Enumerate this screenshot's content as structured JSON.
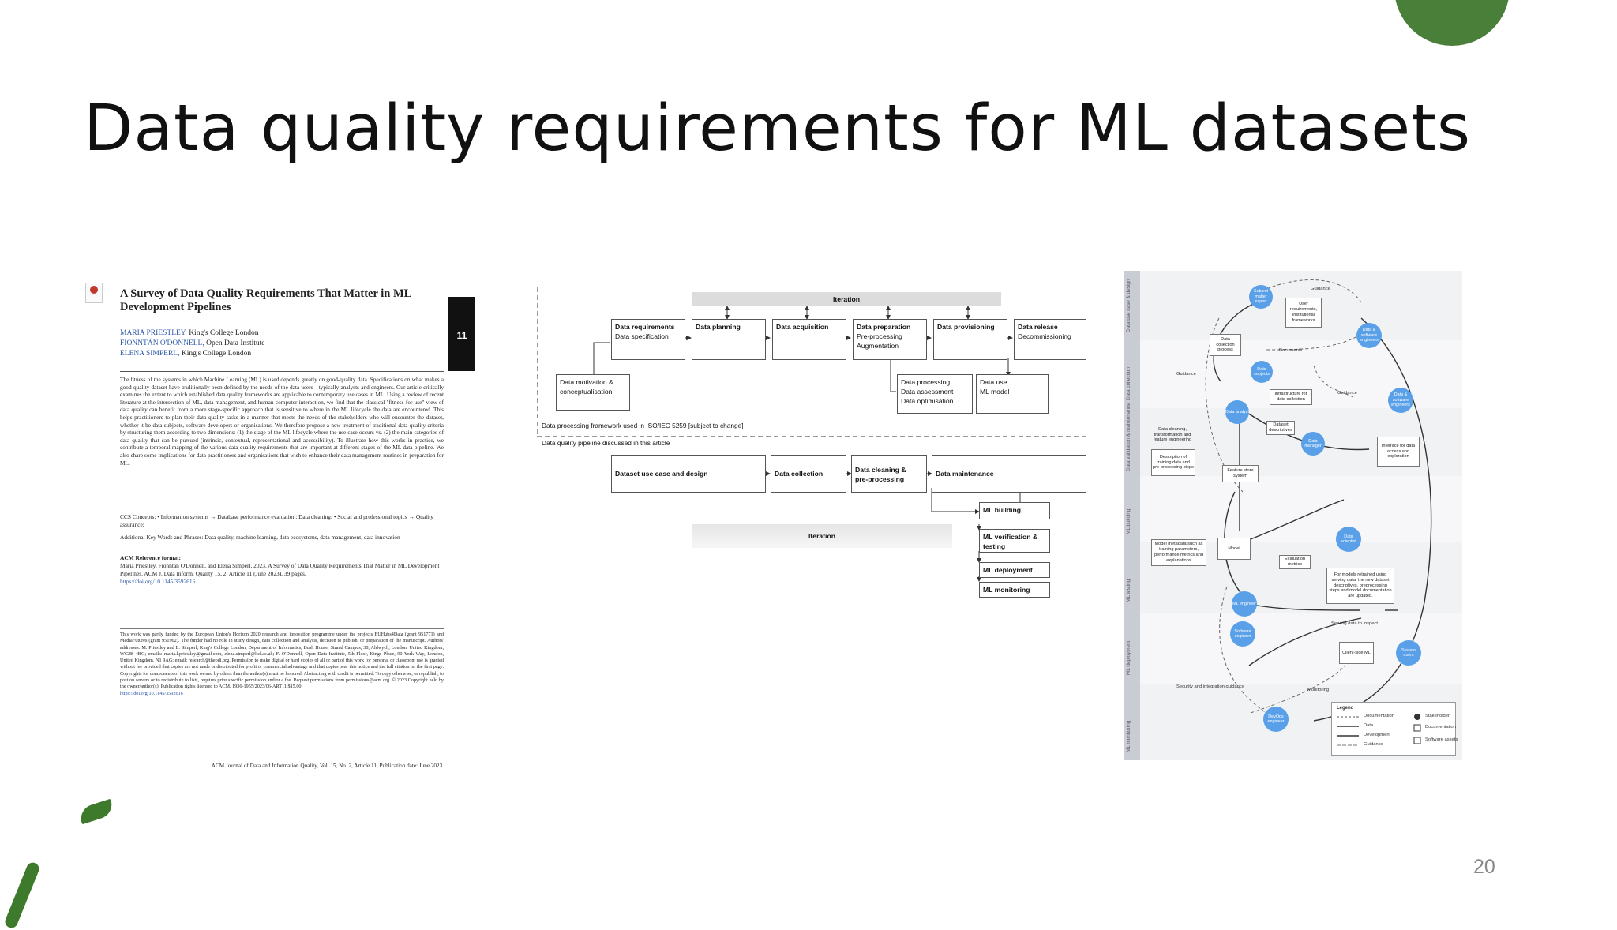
{
  "slide": {
    "title": "Data quality requirements for ML datasets",
    "page_number": "20",
    "accent_color": "#4a7f3a"
  },
  "paper": {
    "title": "A Survey of Data Quality Requirements That Matter in ML Development Pipelines",
    "article_number": "11",
    "authors": [
      {
        "name": "MARIA PRIESTLEY,",
        "affil": "King's College London"
      },
      {
        "name": "FIONNTÁN O'DONNELL,",
        "affil": "Open Data Institute"
      },
      {
        "name": "ELENA SIMPERL,",
        "affil": "King's College London"
      }
    ],
    "abstract": "The fitness of the systems in which Machine Learning (ML) is used depends greatly on good-quality data. Specifications on what makes a good-quality dataset have traditionally been defined by the needs of the data users—typically analysts and engineers. Our article critically examines the extent to which established data quality frameworks are applicable to contemporary use cases in ML. Using a review of recent literature at the intersection of ML, data management, and human-computer interaction, we find that the classical \"fitness-for-use\" view of data quality can benefit from a more stage-specific approach that is sensitive to where in the ML lifecycle the data are encountered. This helps practitioners to plan their data quality tasks in a manner that meets the needs of the stakeholders who will encounter the dataset, whether it be data subjects, software developers or organisations. We therefore propose a new treatment of traditional data quality criteria by structuring them according to two dimensions: (1) the stage of the ML lifecycle where the use case occurs vs. (2) the main categories of data quality that can be pursued (intrinsic, contextual, representational and accessibility). To illustrate how this works in practice, we contribute a temporal mapping of the various data quality requirements that are important at different stages of the ML data pipeline. We also share some implications for data practitioners and organisations that wish to enhance their data management routines in preparation for ML.",
    "ccs": "CCS Concepts: • Information systems → Database performance evaluation; Data cleaning; • Social and professional topics → Quality assurance;",
    "keywords": "Additional Key Words and Phrases: Data quality, machine learning, data ecosystems, data management, data innovation",
    "ref_heading": "ACM Reference format:",
    "ref_text": "Maria Priestley, Fionntán O'Donnell, and Elena Simperl. 2023. A Survey of Data Quality Requirements That Matter in ML Development Pipelines. ACM J. Data Inform. Quality 15, 2, Article 11 (June 2023), 39 pages.",
    "ref_link": "https://doi.org/10.1145/3592616",
    "footnote": "This work was partly funded by the European Union's Horizon 2020 research and innovation programme under the projects EUHubs4Data (grant 951771) and MediaFutures (grant 951962). The funder had no role in study design, data collection and analysis, decision to publish, or preparation of the manuscript. Authors' addresses: M. Priestley and E. Simperl, King's College London, Department of Informatics, Bush House, Strand Campus, 30, Aldwych, London, United Kingdom, WC2B 4BG; emails: maria.l.priestley@gmail.com, elena.simperl@kcl.ac.uk; F. O'Donnell, Open Data Institute, 5th Floor, Kings Place, 90 York Way, London, United Kingdom, N1 9AG; email: research@theodi.org. Permission to make digital or hard copies of all or part of this work for personal or classroom use is granted without fee provided that copies are not made or distributed for profit or commercial advantage and that copies bear this notice and the full citation on the first page. Copyrights for components of this work owned by others than the author(s) must be honored. Abstracting with credit is permitted. To copy otherwise, or republish, to post on servers or to redistribute to lists, requires prior specific permission and/or a fee. Request permissions from permissions@acm.org. © 2023 Copyright held by the owner/author(s). Publication rights licensed to ACM. 1936-1955/2023/06-ART11 $15.00",
    "footnote_link": "https://doi.org/10.1145/3592616",
    "journal": "ACM Journal of Data and Information Quality, Vol. 15, No. 2, Article 11. Publication date: June 2023."
  },
  "pipeline": {
    "iteration_top": "Iteration",
    "iteration_bottom": "Iteration",
    "top_boxes": [
      {
        "title": "Data requirements",
        "sub": "Data specification"
      },
      {
        "title": "Data planning",
        "sub": ""
      },
      {
        "title": "Data acquisition",
        "sub": ""
      },
      {
        "title": "Data preparation",
        "sub": "Pre-processing\nAugmentation"
      },
      {
        "title": "Data provisioning",
        "sub": ""
      },
      {
        "title": "Data release",
        "sub": "Decommissioning"
      }
    ],
    "motivation": "Data motivation &\nconceptualisation",
    "processing": "Data processing\nData assessment\nData optimisation",
    "datause": "Data use\nML model",
    "iso_note": "Data processing framework used in ISO/IEC 5259  [subject to change]",
    "article_note": "Data quality pipeline discussed in this article",
    "bottom_boxes": [
      "Dataset use case and design",
      "Data collection",
      "Data cleaning &\npre-processing",
      "Data maintenance"
    ],
    "ml_boxes": [
      "ML building",
      "ML verification &\ntesting",
      "ML deployment",
      "ML monitoring"
    ]
  },
  "lifecycle": {
    "lanes": [
      "Data use case & design",
      "Data collection",
      "Data validation & maintenance",
      "ML building",
      "ML testing",
      "ML deployment",
      "ML monitoring"
    ],
    "nodes": [
      "Subject matter expert",
      "Data & software engineers",
      "Data subjects",
      "Data analyst",
      "Data manager",
      "Data & software engineers",
      "Data scientist",
      "ML engineer",
      "Software engineer",
      "System users",
      "DevOps engineer"
    ],
    "docs": [
      "User requirements, institutional frameworks",
      "Data collection process",
      "Infrastructure for data collection",
      "Dataset descriptives",
      "Interface for data access and exploration",
      "Feature store system",
      "Model",
      "Evaluation metrics",
      "Client-side ML"
    ],
    "texts": [
      "Data cleaning, transformation and feature engineering",
      "Description of training data and pre-processing steps",
      "Model metadata such as training parameters, performance metrics and explanations",
      "For models retrained using serving data, the new dataset descriptives, preprocessing steps and model documentation are updated."
    ],
    "edge_labels": [
      "Guidance",
      "Documents",
      "Guidance",
      "Guidance",
      "Serving data to inspect",
      "Security and integration guidance",
      "Monitoring"
    ],
    "legend": {
      "title": "Legend",
      "items": [
        "Documentation",
        "Data",
        "Development",
        "Guidance",
        "Stakeholder",
        "Documentation",
        "Software assets"
      ]
    }
  }
}
